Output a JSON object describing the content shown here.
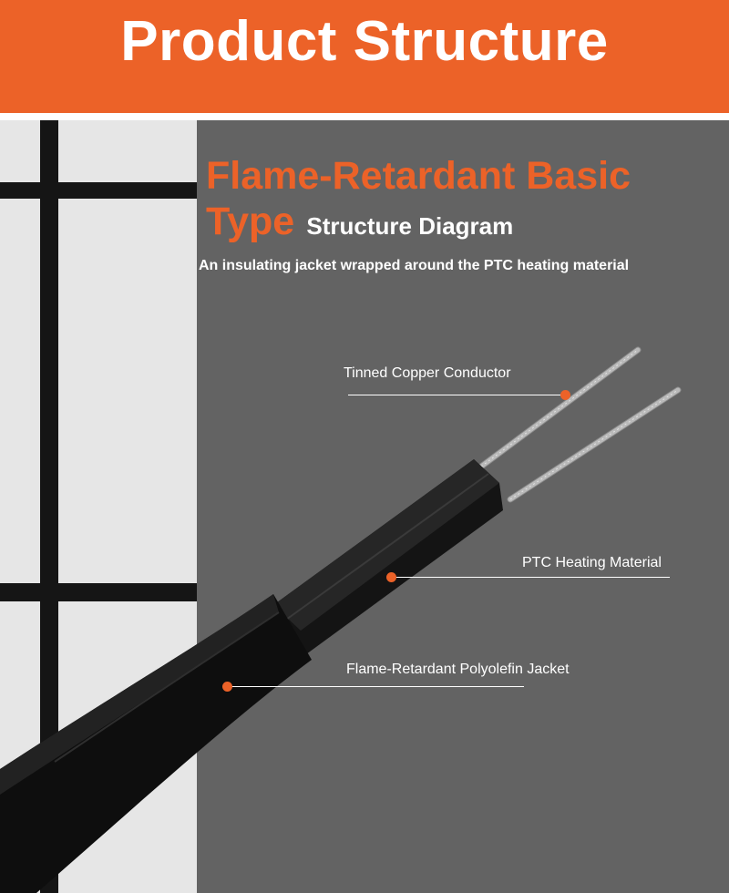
{
  "header": {
    "title": "Product Structure"
  },
  "diagram": {
    "title_main": "Flame-Retardant Basic Type",
    "title_suffix": "Structure Diagram",
    "subtitle": "An insulating jacket wrapped around the PTC heating material",
    "labels": {
      "conductor": "Tinned Copper Conductor",
      "heating": "PTC Heating Material",
      "jacket": "Flame-Retardant Polyolefin Jacket"
    }
  },
  "colors": {
    "accent": "#ec6228",
    "panel": "#636363",
    "wall": "#e6e6e6",
    "cable": "#111111"
  }
}
